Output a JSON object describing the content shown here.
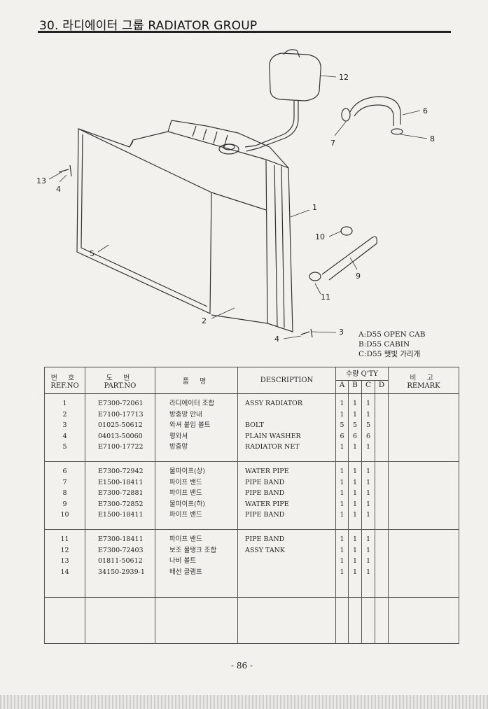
{
  "header": {
    "title": "30. 라디에이터 그룹   RADIATOR GROUP"
  },
  "diagram": {
    "callouts": [
      "12",
      "6",
      "8",
      "7",
      "13",
      "4",
      "1",
      "5",
      "10",
      "9",
      "11",
      "2",
      "3",
      "4"
    ]
  },
  "legend": [
    "A:D55 OPEN CAB",
    "B:D55 CABIN",
    "C:D55 햇빛 가리개"
  ],
  "table": {
    "headers": {
      "ref_ko": "번 호",
      "ref_en": "REF.NO",
      "part_ko": "도 번",
      "part_en": "PART.NO",
      "name_ko": "품 명",
      "desc": "DESCRIPTION",
      "qty": "수량 Q'TY",
      "qty_cols": [
        "A",
        "B",
        "C",
        "D"
      ],
      "remark_ko": "비 고",
      "remark_en": "REMARK"
    },
    "groups": [
      [
        {
          "ref": "1",
          "part": "E7300-72061",
          "name": "라디에이터 조합",
          "desc": "ASSY RADIATOR",
          "a": "1",
          "b": "1",
          "c": "1",
          "d": ""
        },
        {
          "ref": "2",
          "part": "E7100-17713",
          "name": "방충망 안내",
          "desc": "",
          "a": "1",
          "b": "1",
          "c": "1",
          "d": ""
        },
        {
          "ref": "3",
          "part": "01025-50612",
          "name": "와셔 붙임 볼트",
          "desc": "BOLT",
          "a": "5",
          "b": "5",
          "c": "5",
          "d": ""
        },
        {
          "ref": "4",
          "part": "04013-50060",
          "name": "평와셔",
          "desc": "PLAIN WASHER",
          "a": "6",
          "b": "6",
          "c": "6",
          "d": ""
        },
        {
          "ref": "5",
          "part": "E7100-17722",
          "name": "방충망",
          "desc": "RADIATOR NET",
          "a": "1",
          "b": "1",
          "c": "1",
          "d": ""
        }
      ],
      [
        {
          "ref": "6",
          "part": "E7300-72942",
          "name": "물파이프(상)",
          "desc": "WATER PIPE",
          "a": "1",
          "b": "1",
          "c": "1",
          "d": ""
        },
        {
          "ref": "7",
          "part": "E1500-18411",
          "name": "파이프 밴드",
          "desc": "PIPE BAND",
          "a": "1",
          "b": "1",
          "c": "1",
          "d": ""
        },
        {
          "ref": "8",
          "part": "E7300-72881",
          "name": "파이프 밴드",
          "desc": "PIPE BAND",
          "a": "1",
          "b": "1",
          "c": "1",
          "d": ""
        },
        {
          "ref": "9",
          "part": "E7300-72852",
          "name": "물파이프(하)",
          "desc": "WATER PIPE",
          "a": "1",
          "b": "1",
          "c": "1",
          "d": ""
        },
        {
          "ref": "10",
          "part": "E1500-18411",
          "name": "파이프 밴드",
          "desc": "PIPE BAND",
          "a": "1",
          "b": "1",
          "c": "1",
          "d": ""
        }
      ],
      [
        {
          "ref": "11",
          "part": "E7300-18411",
          "name": "파이프 밴드",
          "desc": "PIPE BAND",
          "a": "1",
          "b": "1",
          "c": "1",
          "d": ""
        },
        {
          "ref": "12",
          "part": "E7300-72403",
          "name": "보조 물탱크 조합",
          "desc": "ASSY TANK",
          "a": "1",
          "b": "1",
          "c": "1",
          "d": ""
        },
        {
          "ref": "13",
          "part": "01811-50612",
          "name": "나비 볼트",
          "desc": "",
          "a": "1",
          "b": "1",
          "c": "1",
          "d": ""
        },
        {
          "ref": "14",
          "part": "34150-2939-1",
          "name": "배선 클램프",
          "desc": "",
          "a": "1",
          "b": "1",
          "c": "1",
          "d": ""
        }
      ]
    ]
  },
  "footer": {
    "page": "- 86 -"
  }
}
